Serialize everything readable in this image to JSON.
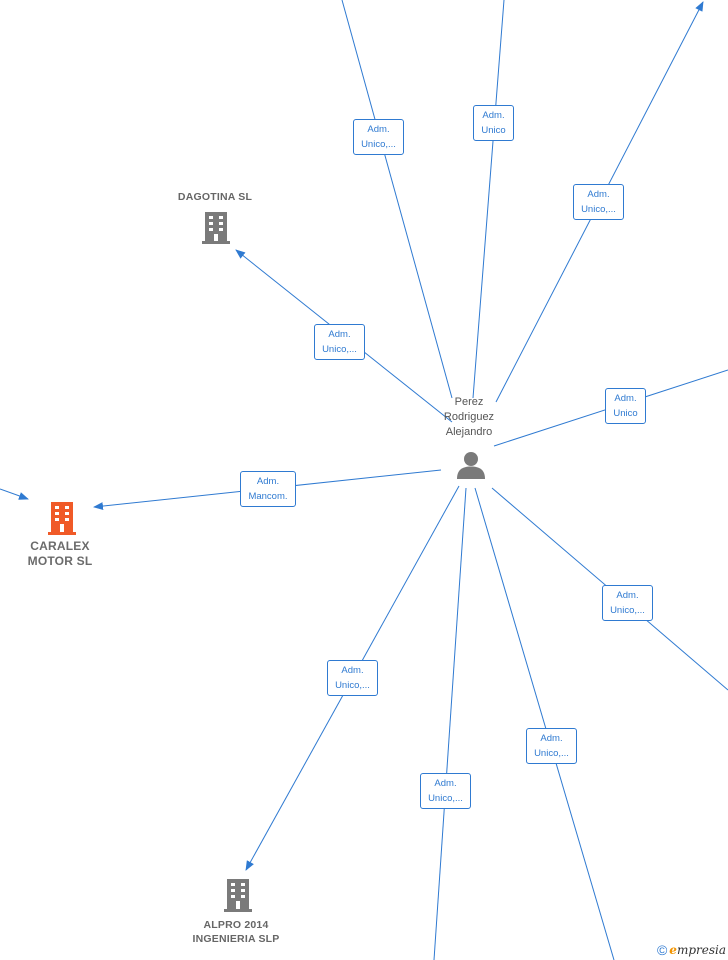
{
  "person": {
    "line1": "Perez",
    "line2": "Rodriguez",
    "line3": "Alejandro"
  },
  "companies": {
    "dagotina": {
      "line1": "DAGOTINA SL"
    },
    "caralex": {
      "line1": "CARALEX",
      "line2": "MOTOR SL"
    },
    "alpro": {
      "line1": "ALPRO 2014",
      "line2": "INGENIERIA SLP"
    }
  },
  "edge_labels": [
    {
      "line1": "Adm.",
      "line2": "Unico,..."
    },
    {
      "line1": "Adm.",
      "line2": "Unico"
    },
    {
      "line1": "Adm.",
      "line2": "Unico,..."
    },
    {
      "line1": "Adm.",
      "line2": "Unico,..."
    },
    {
      "line1": "Adm.",
      "line2": "Unico"
    },
    {
      "line1": "Adm.",
      "line2": "Mancom."
    },
    {
      "line1": "Adm.",
      "line2": "Unico,..."
    },
    {
      "line1": "Adm.",
      "line2": "Unico,..."
    },
    {
      "line1": "Adm.",
      "line2": "Unico,..."
    },
    {
      "line1": "Adm.",
      "line2": "Unico,..."
    }
  ],
  "footer": {
    "copyright": "©",
    "brand_initial": "e",
    "brand_rest": "mpresia"
  },
  "colors": {
    "edge": "#2f7ad1",
    "highlight_company": "#f05a28",
    "company": "#7a7a7a",
    "person": "#7a7a7a"
  }
}
